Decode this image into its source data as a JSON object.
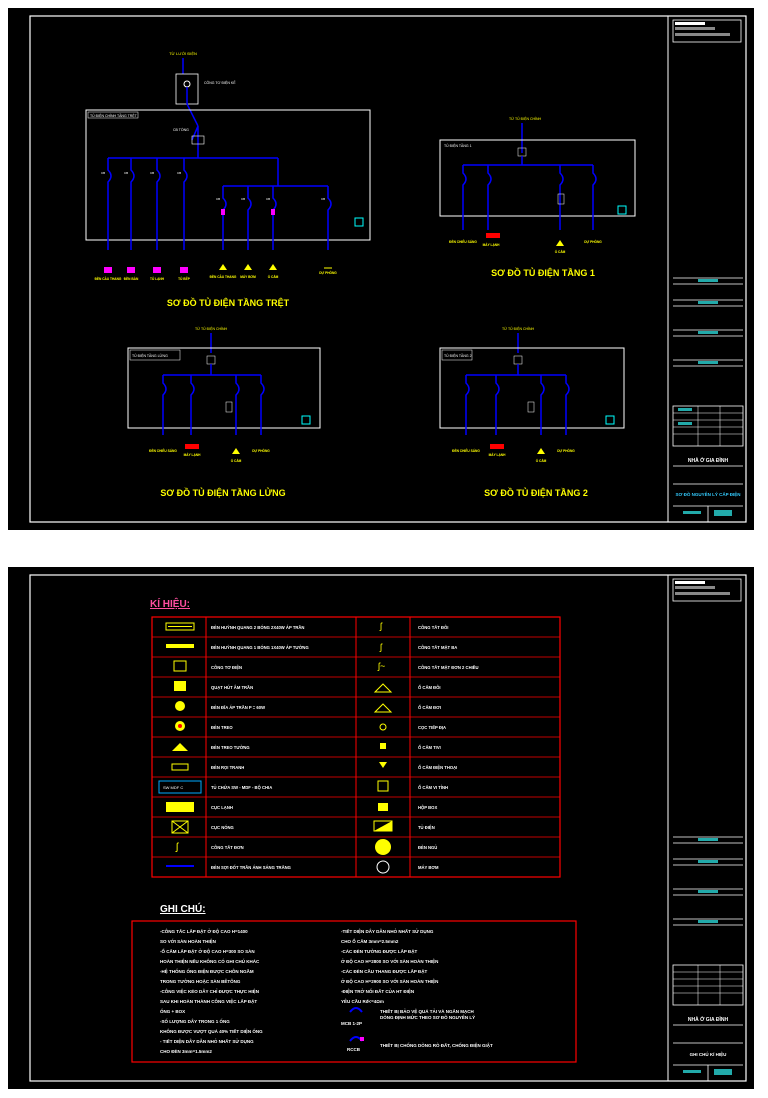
{
  "sheet1": {
    "titles": {
      "ground": "SƠ ĐỒ TỦ ĐIỆN TẦNG TRỆT",
      "floor1": "SƠ ĐỒ TỦ ĐIỆN TẦNG 1",
      "mezzanine": "SƠ ĐỒ TỦ ĐIỆN TẦNG LỬNG",
      "floor2": "SƠ ĐỒ TỦ ĐIỆN TẦNG 2"
    },
    "ground_loads": [
      "ĐÈN CẦU THANG",
      "ĐÈN BÀN",
      "TỦ LẠNH",
      "TỦ BẾP",
      "ĐÈN CẦU THANG",
      "MÁY BƠM",
      "Ổ CẮM",
      "DỰ PHÒNG"
    ],
    "floor1_loads": [
      "ĐÈN CHIẾU SÁNG",
      "MÁY LẠNH",
      "Ổ CẮM",
      "DỰ PHÒNG"
    ],
    "mezz_loads": [
      "ĐÈN CHIẾU SÁNG",
      "MÁY LẠNH",
      "Ổ CẮM",
      "DỰ PHÒNG"
    ],
    "floor2_loads": [
      "ĐÈN CHIẾU SÁNG",
      "MÁY LẠNH",
      "Ổ CẮM",
      "DỰ PHÒNG"
    ],
    "titleblock": {
      "owner": "NHÀ Ở GIA ĐÌNH",
      "drawing": "SƠ ĐỒ NGUYÊN LÝ CẤP ĐIỆN"
    }
  },
  "sheet2": {
    "legend_title": "KÍ HIỆU:",
    "legend_left": [
      "ĐÈN HUỲNH QUANG 2 BÓNG 2X40W ÁP TRẦN",
      "ĐÈN HUỲNH QUANG 1 BÓNG 1X40W ÁP TƯỜNG",
      "CÔNG TƠ ĐIỆN",
      "QUẠT HÚT ÂM TRẦN",
      "ĐÈN ĐĨA ÁP TRẦN P = 60W",
      "ĐÈN TREO",
      "ĐÈN TREO TƯỜNG",
      "ĐÈN RỌI TRANH",
      "TỦ CHỨA SW - MDF - BỘ CHIA",
      "CỤC LẠNH",
      "CỤC NÓNG",
      "CÔNG TẮT ĐƠN",
      "ĐÈN SỢI ĐỐT TRẦN ÁNH SÁNG TRẮNG"
    ],
    "legend_right": [
      "CÔNG TẮT ĐÔI",
      "CÔNG TẮT MẶT BA",
      "CÔNG TẮT MẶT ĐƠN 2 CHIỀU",
      "Ổ CẮM ĐÔI",
      "Ổ CẮM ĐƠI",
      "CỌC TIẾP ĐỊA",
      "Ổ CẮM TIVI",
      "Ổ CẮM ĐIỆN THOẠI",
      "Ổ CẮM VI TÍNH",
      "HỘP BOX",
      "TỦ ĐIỆN",
      "ĐÈN NGỦ",
      "MÁY BƠM"
    ],
    "notes_title": "GHI CHÚ:",
    "notes_left": [
      "-CÔNG TẮC LẮP ĐẶT Ở ĐỘ CAO H=1400",
      "SO VỚI SÀN HOÀN THIỆN",
      "-Ổ CẮM LẮP ĐẶT Ở ĐỘ CAO H=300 SO SÀN",
      "HOÀN THIỆN NẾU KHÔNG CÓ GHI CHÚ KHÁC",
      "-HỆ THỐNG ỐNG ĐIỆN ĐƯỢC CHÔN NGẦM",
      "TRONG TƯỜNG HOẶC SÀN BÊTÔNG",
      "-CÔNG VIỆC KÉO DÂY CHỈ ĐƯỢC THỰC HIỆN",
      "SAU KHI HOÀN THÀNH CÔNG VIỆC LẮP ĐẶT",
      "ỐNG + BOX",
      "-SỐ LƯỢNG DÂY TRONG 1 ỐNG",
      "KHÔNG ĐƯỢC VƯỢT QUÁ 40% TIẾT DIỆN ỐNG",
      "- TIẾT DIỆN DÂY DẪN NHỎ NHẤT SỬ DỤNG",
      "CHO ĐÈN 3mm=1.5mm2"
    ],
    "notes_right": [
      "-TIẾT DIỆN DÂY DẪN NHỎ NHẤT SỬ DỤNG",
      "CHO Ổ CẮM 3mm=2.5mm2",
      "-CÁC ĐÈN TƯỜNG ĐƯỢC LẮP ĐẶT",
      "Ở ĐỘ CAO H=2800 SO VỚI SÀN HOÀN THIỆN",
      "-CÁC ĐÈN CẦU THANG ĐƯỢC LẮP ĐẶT",
      "Ở ĐỘ CAO H=2900 SO VỚI SÀN HOÀN THIỆN",
      "-ĐIỆN TRỞ NỐI ĐẤT CỦA HT ĐIỆN",
      "YÊU CẦU Rđ<=4Ωm"
    ],
    "mcb_label": "MCB 1-2P",
    "mcb_text_1": "THIẾT BỊ BẢO VỆ QUÁ TẢI VÀ NGẮN MẠCH",
    "mcb_text_2": "DÒNG ĐỊNH MỨC THEO SƠ ĐỒ NGUYÊN LÝ",
    "rcd_label": "RCCB",
    "rcd_text": "THIẾT BỊ CHỐNG DÒNG RÒ ĐẤT, CHỐNG ĐIỆN GIẬT",
    "titleblock": {
      "owner": "NHÀ Ở GIA ĐÌNH",
      "drawing": "GHI CHÚ KÍ HIỆU"
    }
  }
}
